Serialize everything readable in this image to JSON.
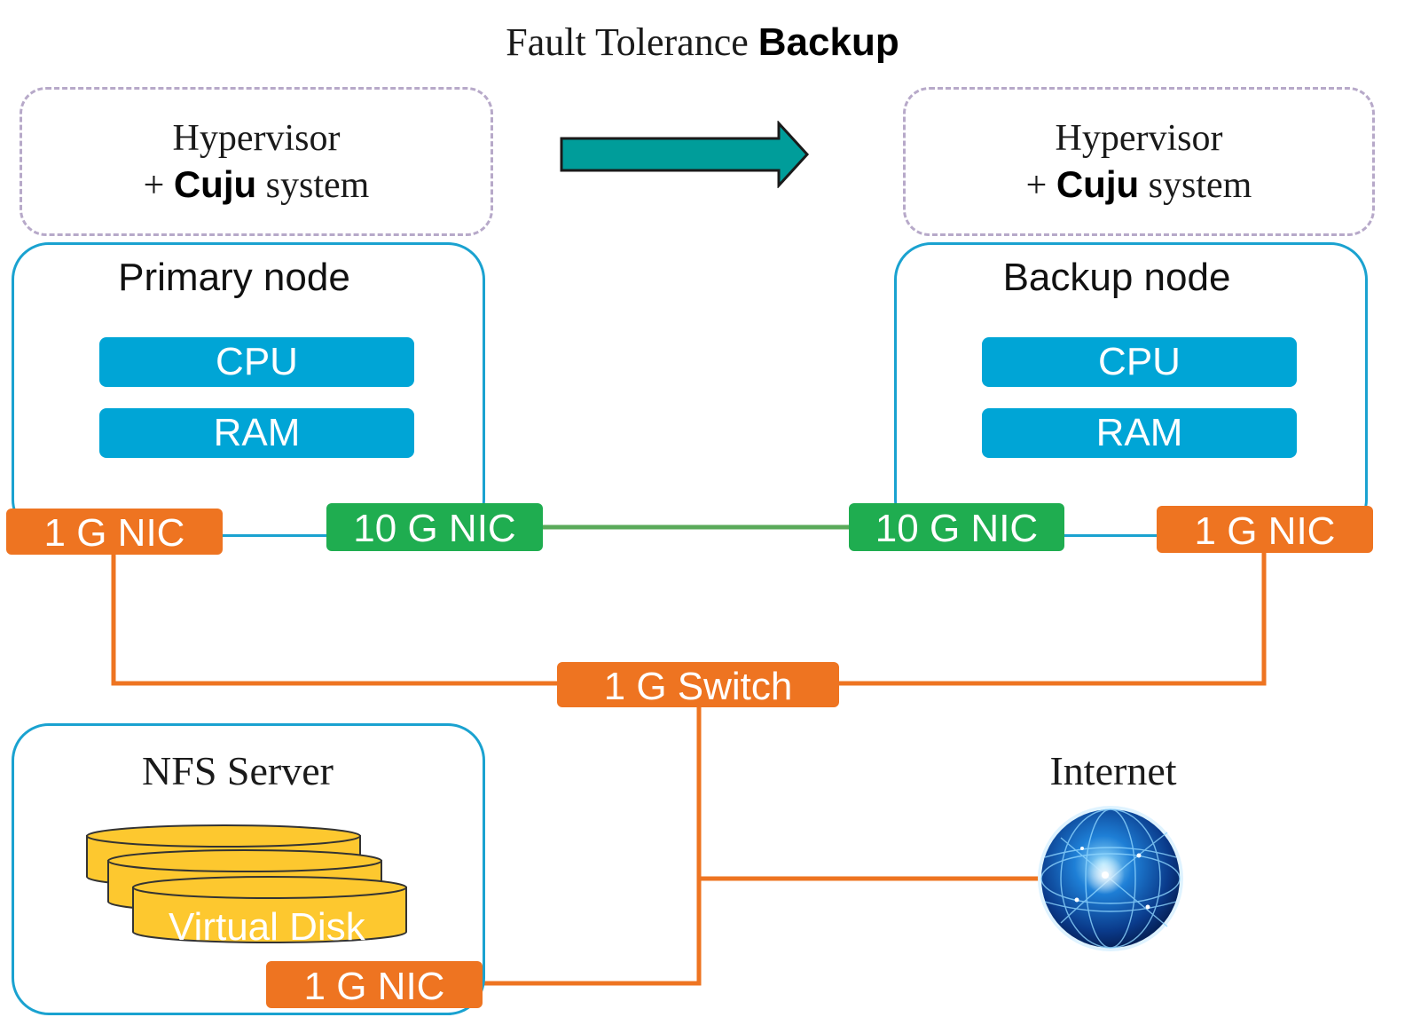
{
  "title": {
    "regular": "Fault Tolerance",
    "bold": "Backup"
  },
  "primary": {
    "hypervisor_line1": "Hypervisor",
    "hypervisor_plus": "+",
    "hypervisor_bold": "Cuju",
    "hypervisor_system": "system",
    "node_title": "Primary node",
    "cpu": "CPU",
    "ram": "RAM",
    "nic_1g": "1 G NIC",
    "nic_10g": "10 G NIC"
  },
  "backup": {
    "hypervisor_line1": "Hypervisor",
    "hypervisor_plus": "+",
    "hypervisor_bold": "Cuju",
    "hypervisor_system": "system",
    "node_title": "Backup node",
    "cpu": "CPU",
    "ram": "RAM",
    "nic_1g": "1 G NIC",
    "nic_10g": "10 G NIC"
  },
  "switch": {
    "label": "1 G Switch"
  },
  "nfs": {
    "title": "NFS Server",
    "disk_label": "Virtual Disk",
    "nic_1g": "1 G NIC"
  },
  "internet": {
    "label": "Internet"
  },
  "colors": {
    "orange": "#ee7421",
    "green": "#1fad50",
    "blue": "#00a5d6",
    "node_border": "#1aa2d0",
    "dashed_border": "#b7a9c9",
    "arrow": "#009d9a",
    "disk": "#fdc82f"
  },
  "icons": [
    "right-arrow-icon",
    "globe-icon",
    "disk-stack-icon"
  ]
}
